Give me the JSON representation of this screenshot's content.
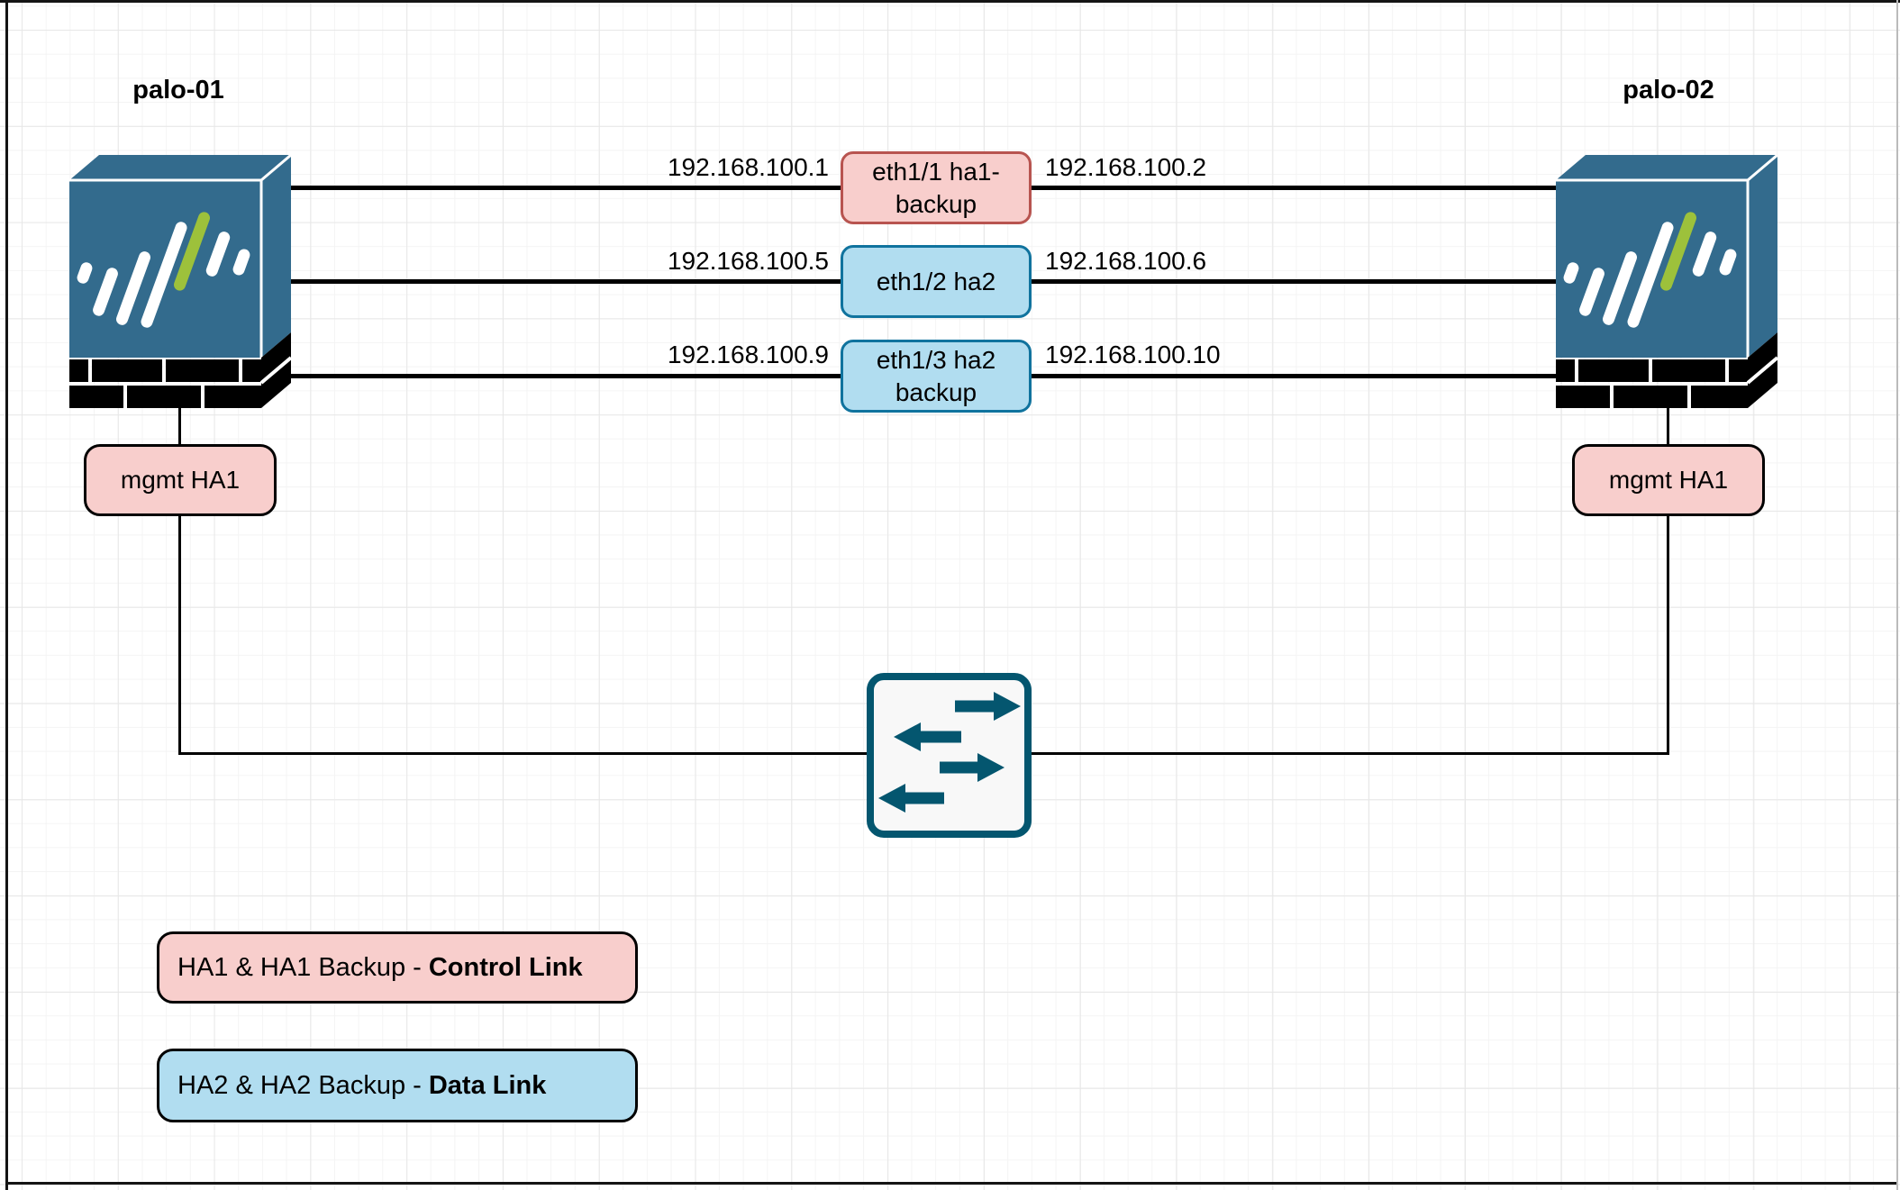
{
  "diagram": {
    "devices": [
      {
        "name": "palo-01"
      },
      {
        "name": "palo-02"
      }
    ],
    "links": [
      {
        "left_ip": "192.168.100.1",
        "port_label_line1": "eth1/1 ha1-",
        "port_label_line2": "backup",
        "right_ip": "192.168.100.2",
        "category": "control"
      },
      {
        "left_ip": "192.168.100.5",
        "port_label_line1": "eth1/2 ha2",
        "port_label_line2": "",
        "right_ip": "192.168.100.6",
        "category": "data"
      },
      {
        "left_ip": "192.168.100.9",
        "port_label_line1": "eth1/3 ha2",
        "port_label_line2": "backup",
        "right_ip": "192.168.100.10",
        "category": "data"
      }
    ],
    "mgmt_labels": {
      "left": "mgmt HA1",
      "right": "mgmt HA1"
    },
    "icons": {
      "firewall_left": "firewall-icon",
      "firewall_right": "firewall-icon",
      "switch": "switch-arrows-icon"
    },
    "legend": [
      {
        "prefix": "HA1 & HA1 Backup - ",
        "emphasis": "Control Link",
        "category": "control"
      },
      {
        "prefix": "HA2 & HA2 Backup - ",
        "emphasis": "Data Link",
        "category": "data"
      }
    ],
    "colors": {
      "control_fill": "#f8cecc",
      "control_stroke": "#b85450",
      "data_fill": "#b1ddf0",
      "data_stroke": "#10739e",
      "device_body": "#336b8d",
      "logo_accent": "#9dc13b",
      "switch_accent": "#04566f",
      "switch_fill": "#f8f8f8",
      "brick": "#000000",
      "link_line": "#000000"
    }
  }
}
